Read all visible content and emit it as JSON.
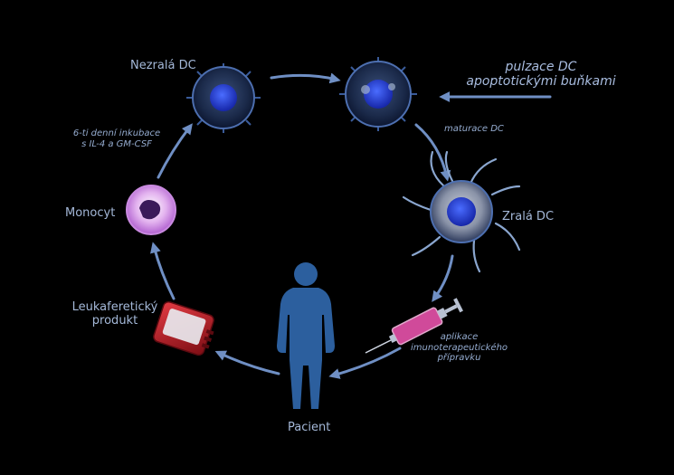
{
  "labels": {
    "immature_dc": "Nezralá DC",
    "pulsing_line1": "pulzace DC",
    "pulsing_line2": "apoptotickými buňkami",
    "maturation": "maturace DC",
    "mature_dc": "Zralá DC",
    "application_line1": "aplikace",
    "application_line2": "imunoterapeutického",
    "application_line3": "přípravku",
    "patient": "Pacient",
    "leukapheresis_line1": "Leukaferetický",
    "leukapheresis_line2": "produkt",
    "monocyte": "Monocyt",
    "incubation_line1": "6-ti denní inkubace",
    "incubation_line2": "s IL-4 a GM-CSF"
  },
  "colors": {
    "background": "#000000",
    "arrow": "#6f8fc4",
    "label_text": "#a4b8d8",
    "patient_silhouette": "#2c5f9e",
    "dc_nucleus": "#1f3fc8",
    "monocyte": "#c77be0",
    "syringe_liquid": "#d04a9a",
    "blood_bag": "#b51e28"
  },
  "icons": {
    "immature_dc": "immature-dendritic-cell-icon",
    "pulsed_dc": "pulsed-dendritic-cell-icon",
    "mature_dc": "mature-dendritic-cell-icon",
    "syringe": "syringe-icon",
    "patient": "human-silhouette-icon",
    "blood_bag": "blood-bag-icon",
    "monocyte": "monocyte-icon"
  }
}
